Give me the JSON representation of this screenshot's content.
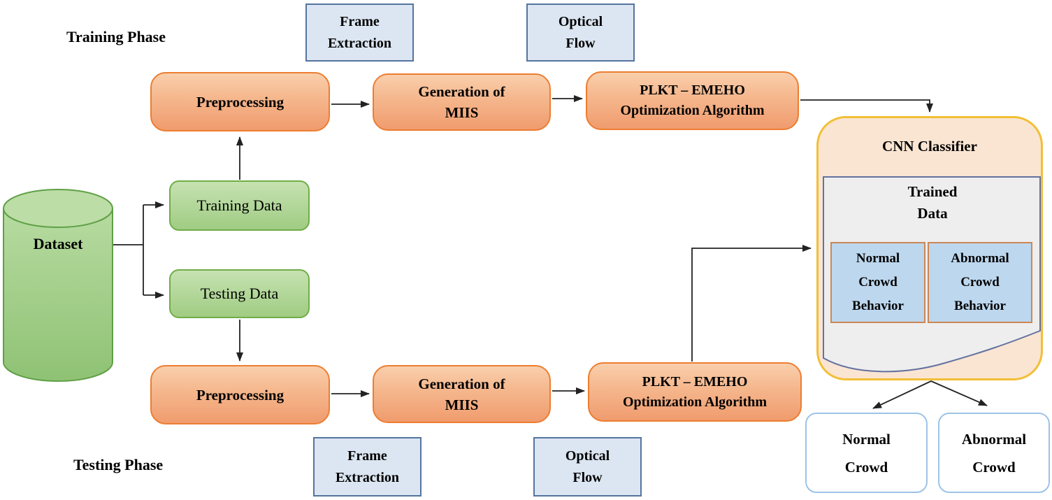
{
  "colors": {
    "process_fill_light": "#F9CFAC",
    "process_fill_dark": "#F09C6E",
    "process_border": "#ED7D31",
    "io_fill": "#DCE6F2",
    "io_border": "#54749E",
    "data_fill_light": "#C6E2B1",
    "data_fill_dark": "#A0CC83",
    "data_border": "#70AD47",
    "cylinder_fill": "#A5D18C",
    "cylinder_border": "#5FA046",
    "cnn_fill": "#FAE5D3",
    "cnn_border": "#F2BF35",
    "panel_fill": "#EEEEEE",
    "panel_border": "#64719F",
    "behavior_fill": "#BDD7EE",
    "behavior_border": "#CB8756",
    "output_fill": "#FFFFFF",
    "output_border": "#9DC3E6",
    "arrow": "#222222"
  },
  "phase_labels": {
    "training": "Training Phase",
    "testing": "Testing Phase"
  },
  "dataset": {
    "label": "Dataset"
  },
  "data_split": {
    "training": "Training Data",
    "testing": "Testing Data"
  },
  "process": {
    "preprocessing": "Preprocessing",
    "generation_line1": "Generation of",
    "generation_line2": "MIIS",
    "plkt_line1": "PLKT – EMEHO",
    "plkt_line2": "Optimization Algorithm"
  },
  "io": {
    "frame_line1": "Frame",
    "frame_line2": "Extraction",
    "optical_line1": "Optical",
    "optical_line2": "Flow"
  },
  "cnn": {
    "title": "CNN Classifier",
    "trained_line1": "Trained",
    "trained_line2": "Data",
    "normal_line1": "Normal",
    "normal_line2": "Crowd",
    "normal_line3": "Behavior",
    "abnormal_line1": "Abnormal",
    "abnormal_line2": "Crowd",
    "abnormal_line3": "Behavior"
  },
  "outputs": {
    "normal_line1": "Normal",
    "normal_line2": "Crowd",
    "abnormal_line1": "Abnormal",
    "abnormal_line2": "Crowd"
  }
}
